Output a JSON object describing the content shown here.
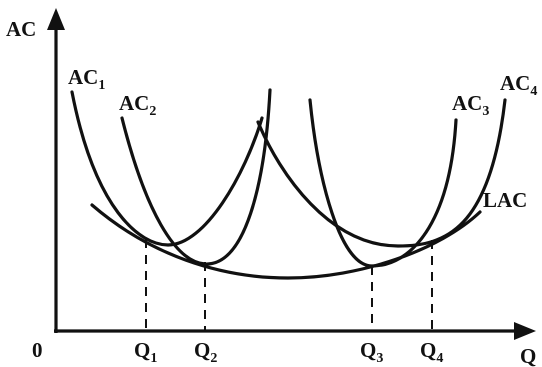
{
  "axes": {
    "y_label": "AC",
    "x_label": "Q",
    "origin_label": "0"
  },
  "curves": {
    "ac1": {
      "base": "AC",
      "sub": "1"
    },
    "ac2": {
      "base": "AC",
      "sub": "2"
    },
    "ac3": {
      "base": "AC",
      "sub": "3"
    },
    "ac4": {
      "base": "AC",
      "sub": "4"
    },
    "lac": "LAC"
  },
  "quantities": [
    {
      "base": "Q",
      "sub": "1"
    },
    {
      "base": "Q",
      "sub": "2"
    },
    {
      "base": "Q",
      "sub": "3"
    },
    {
      "base": "Q",
      "sub": "4"
    }
  ]
}
